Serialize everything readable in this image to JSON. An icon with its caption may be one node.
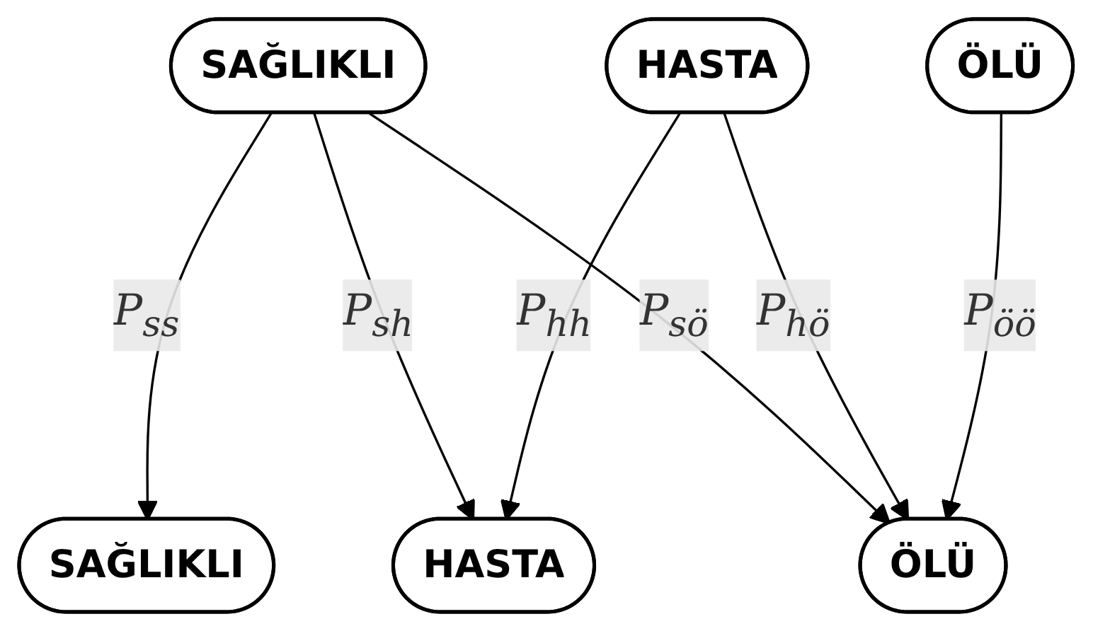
{
  "diagram": {
    "nodes": [
      {
        "text": [
          "SAĞLIKLI"
        ]
      },
      {
        "text": [
          "HASTA"
        ]
      },
      {
        "text": [
          "ÖLÜ"
        ]
      },
      {
        "text": [
          "SAĞLIKLI"
        ]
      },
      {
        "text": [
          "HASTA"
        ]
      },
      {
        "text": [
          "ÖLÜ"
        ]
      }
    ],
    "edges": [
      {
        "from": 0,
        "to": 3,
        "arrow": "to",
        "label": "P$_{ss}$"
      },
      {
        "from": 0,
        "to": 4,
        "arrow": "to",
        "label": "P$_{sh}$"
      },
      {
        "from": 1,
        "to": 4,
        "arrow": "to",
        "label": "P$_{hh}$"
      },
      {
        "from": 0,
        "to": 5,
        "arrow": "to",
        "label": "P$_{sö}$"
      },
      {
        "from": 1,
        "to": 5,
        "arrow": "to",
        "label": "P$_{hö}$"
      },
      {
        "from": 2,
        "to": 5,
        "arrow": "to",
        "label": "P$_{öö}$"
      }
    ]
  }
}
